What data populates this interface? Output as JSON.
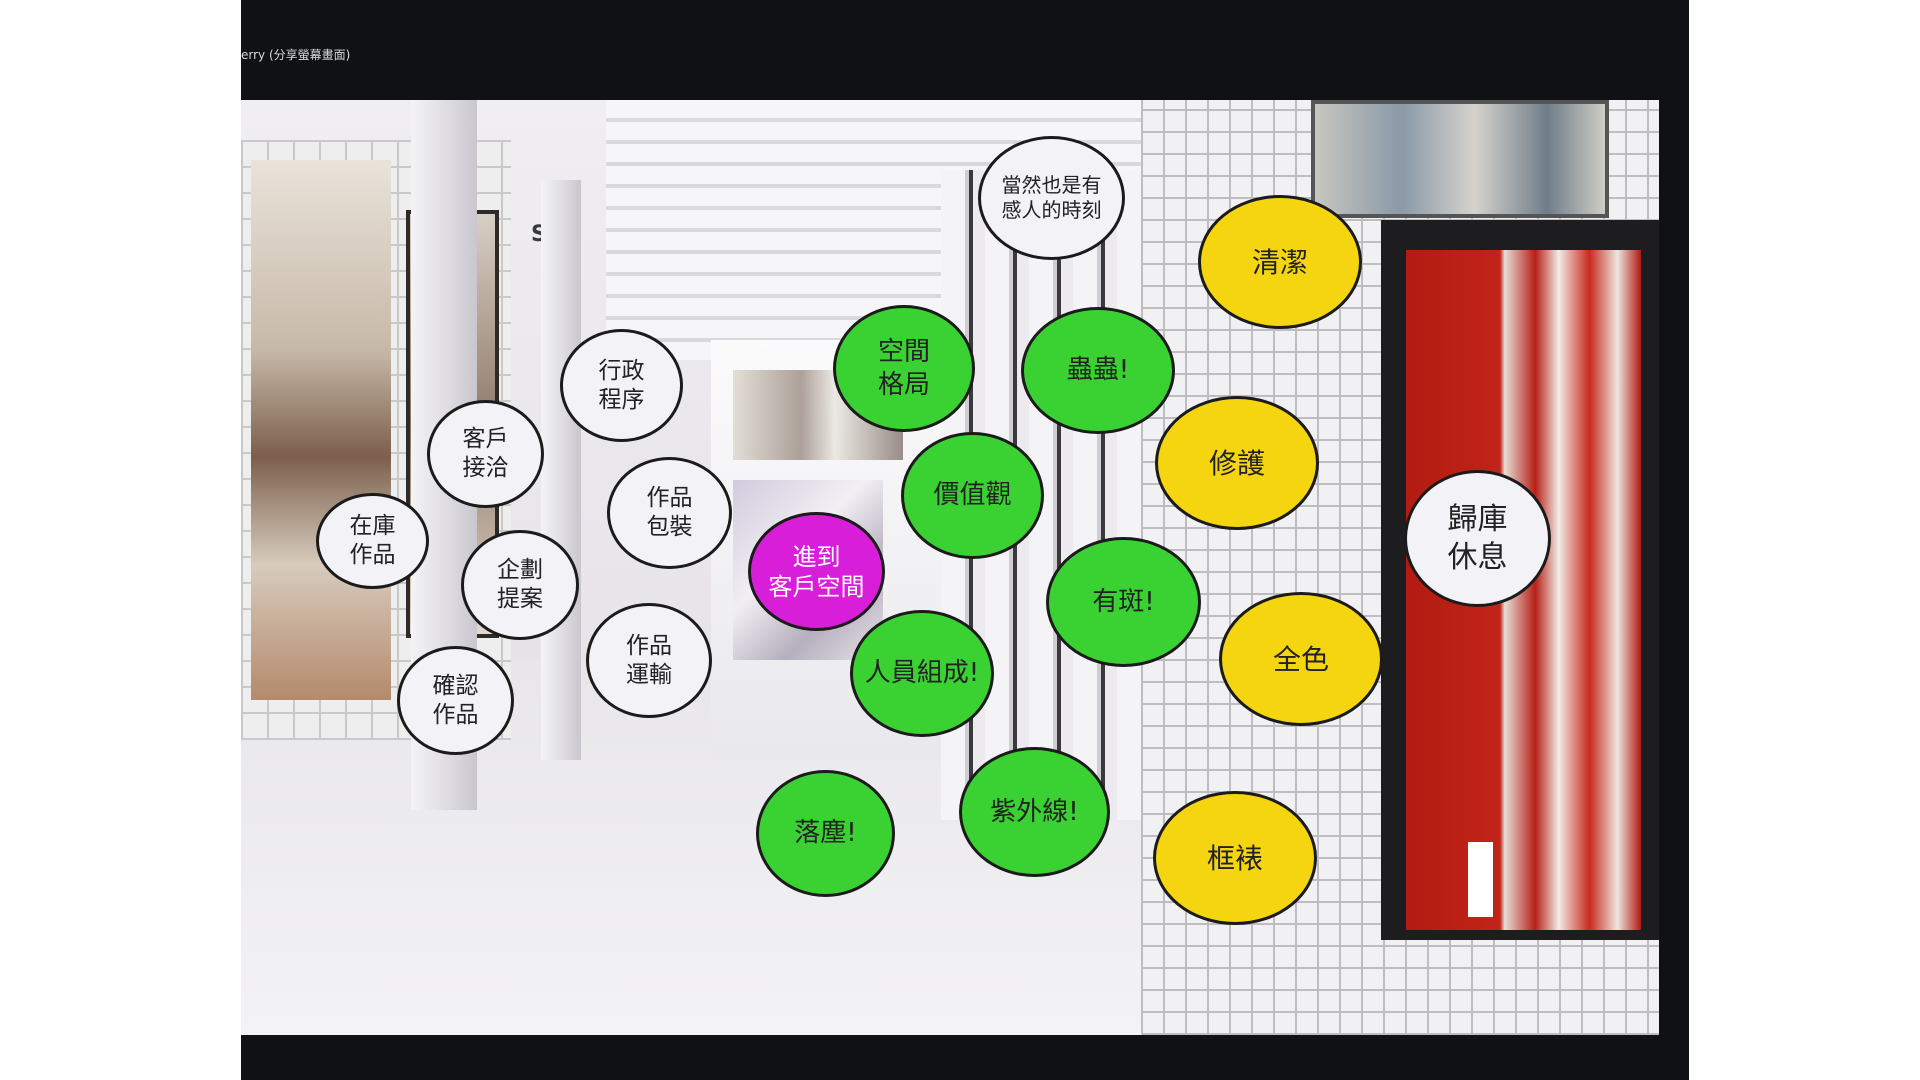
{
  "window": {
    "title": "erry (分享螢幕畫面)"
  },
  "slide": {
    "pillar_label": "S",
    "bubbles": {
      "warehouse_artwork": "在庫\n作品",
      "client_contact": "客戶\n接洽",
      "admin_procedure": "行政\n程序",
      "planning_proposal": "企劃\n提案",
      "confirm_artwork": "確認\n作品",
      "artwork_packing": "作品\n包裝",
      "artwork_transport": "作品\n運輸",
      "enter_client_space": "進到\n客戶空間",
      "space_layout": "空間\n格局",
      "insects": "蟲蟲!",
      "values": "價值觀",
      "personnel": "人員組成!",
      "spots": "有斑!",
      "dust": "落塵!",
      "uv": "紫外線!",
      "touching_moments": "當然也是有\n感人的時刻",
      "cleaning": "清潔",
      "restoration": "修護",
      "full_color": "全色",
      "framing": "框裱",
      "return_to_storage": "歸庫\n休息"
    },
    "colors": {
      "white_bubble": "#f3f2f6",
      "green_bubble": "#3ad232",
      "yellow_bubble": "#f5d510",
      "magenta_bubble": "#d81ed8"
    }
  }
}
